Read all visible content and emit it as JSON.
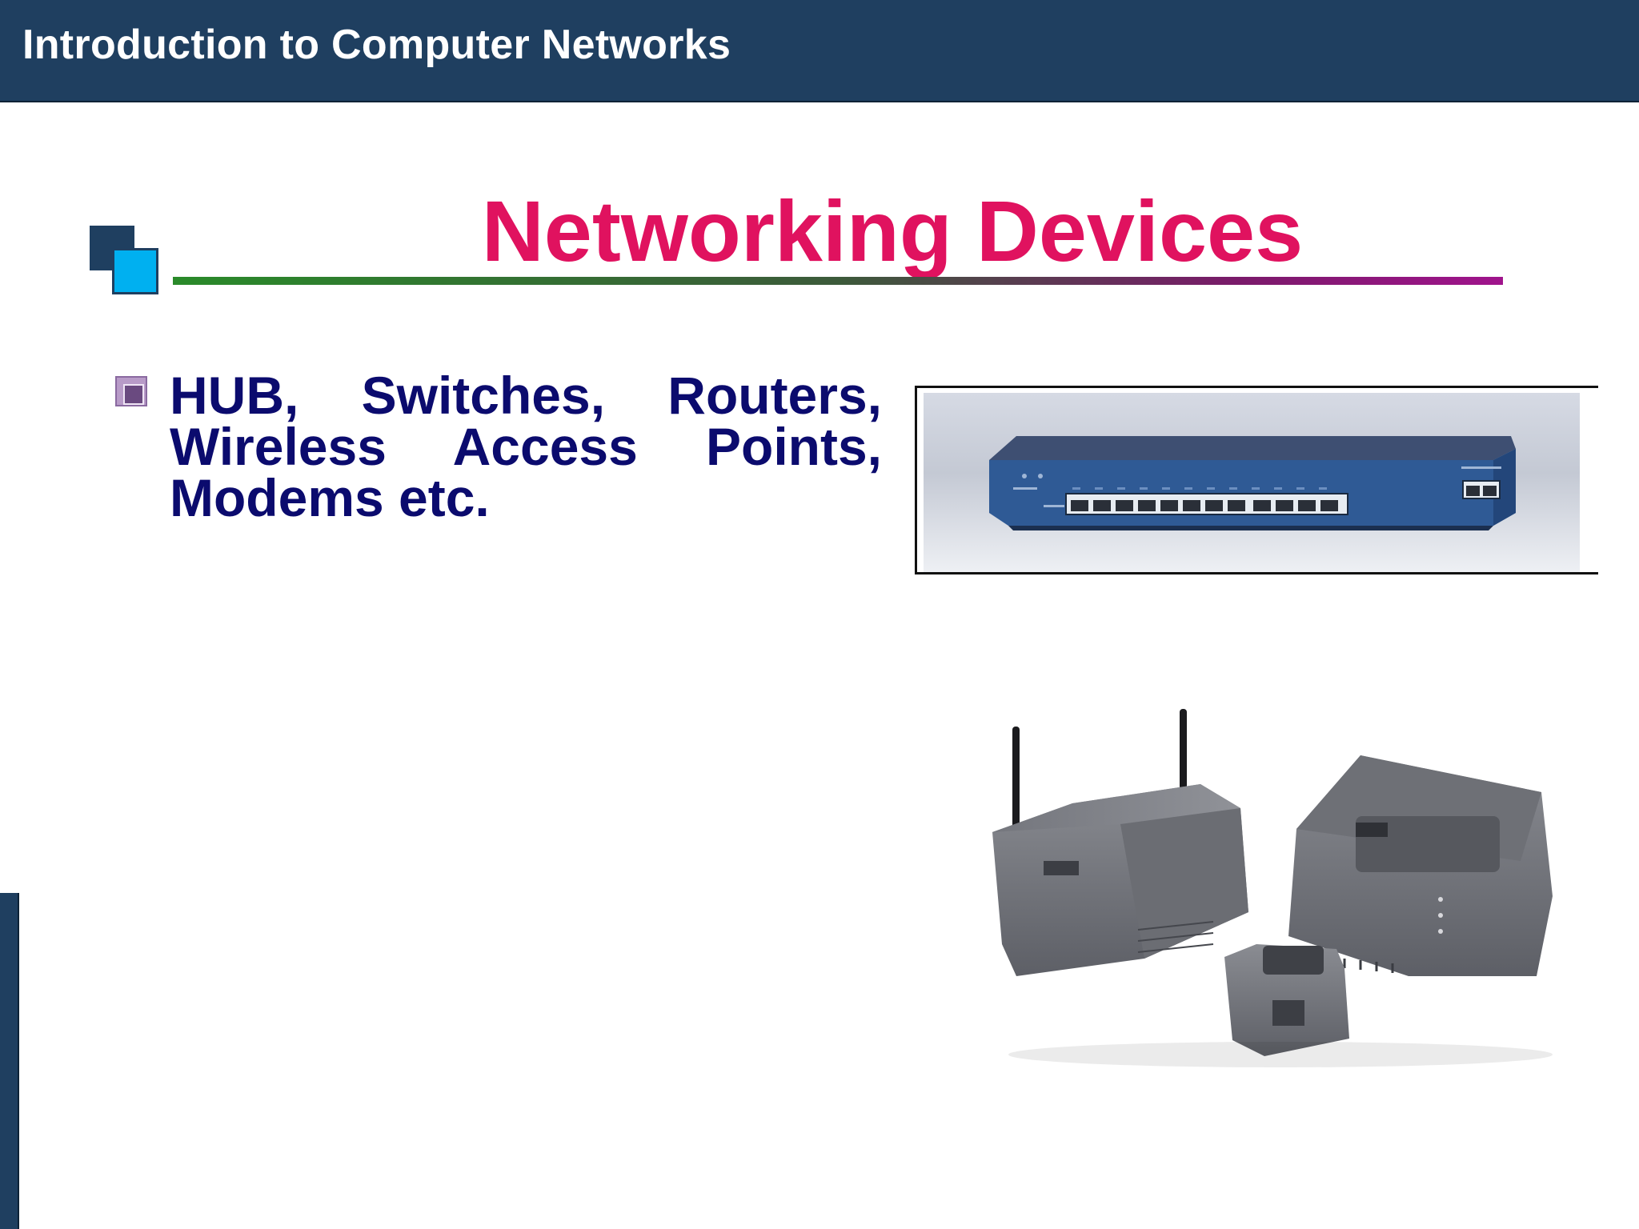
{
  "header": {
    "title": "Introduction to Computer Networks"
  },
  "slide": {
    "title": "Networking Devices",
    "bullets": [
      {
        "text": "HUB, Switches, Routers, Wireless Access Points, Modems etc."
      }
    ]
  },
  "images": {
    "switch_photo": {
      "subject": "network switch",
      "icon": "network-switch-image"
    },
    "devices_photo": {
      "subject": "wireless access point and modems",
      "icon": "wireless-devices-image"
    }
  },
  "colors": {
    "header_bg": "#1f3f60",
    "title": "#e0125f",
    "bullet_text": "#0b0b6e",
    "accent_cyan": "#00b0f0"
  }
}
